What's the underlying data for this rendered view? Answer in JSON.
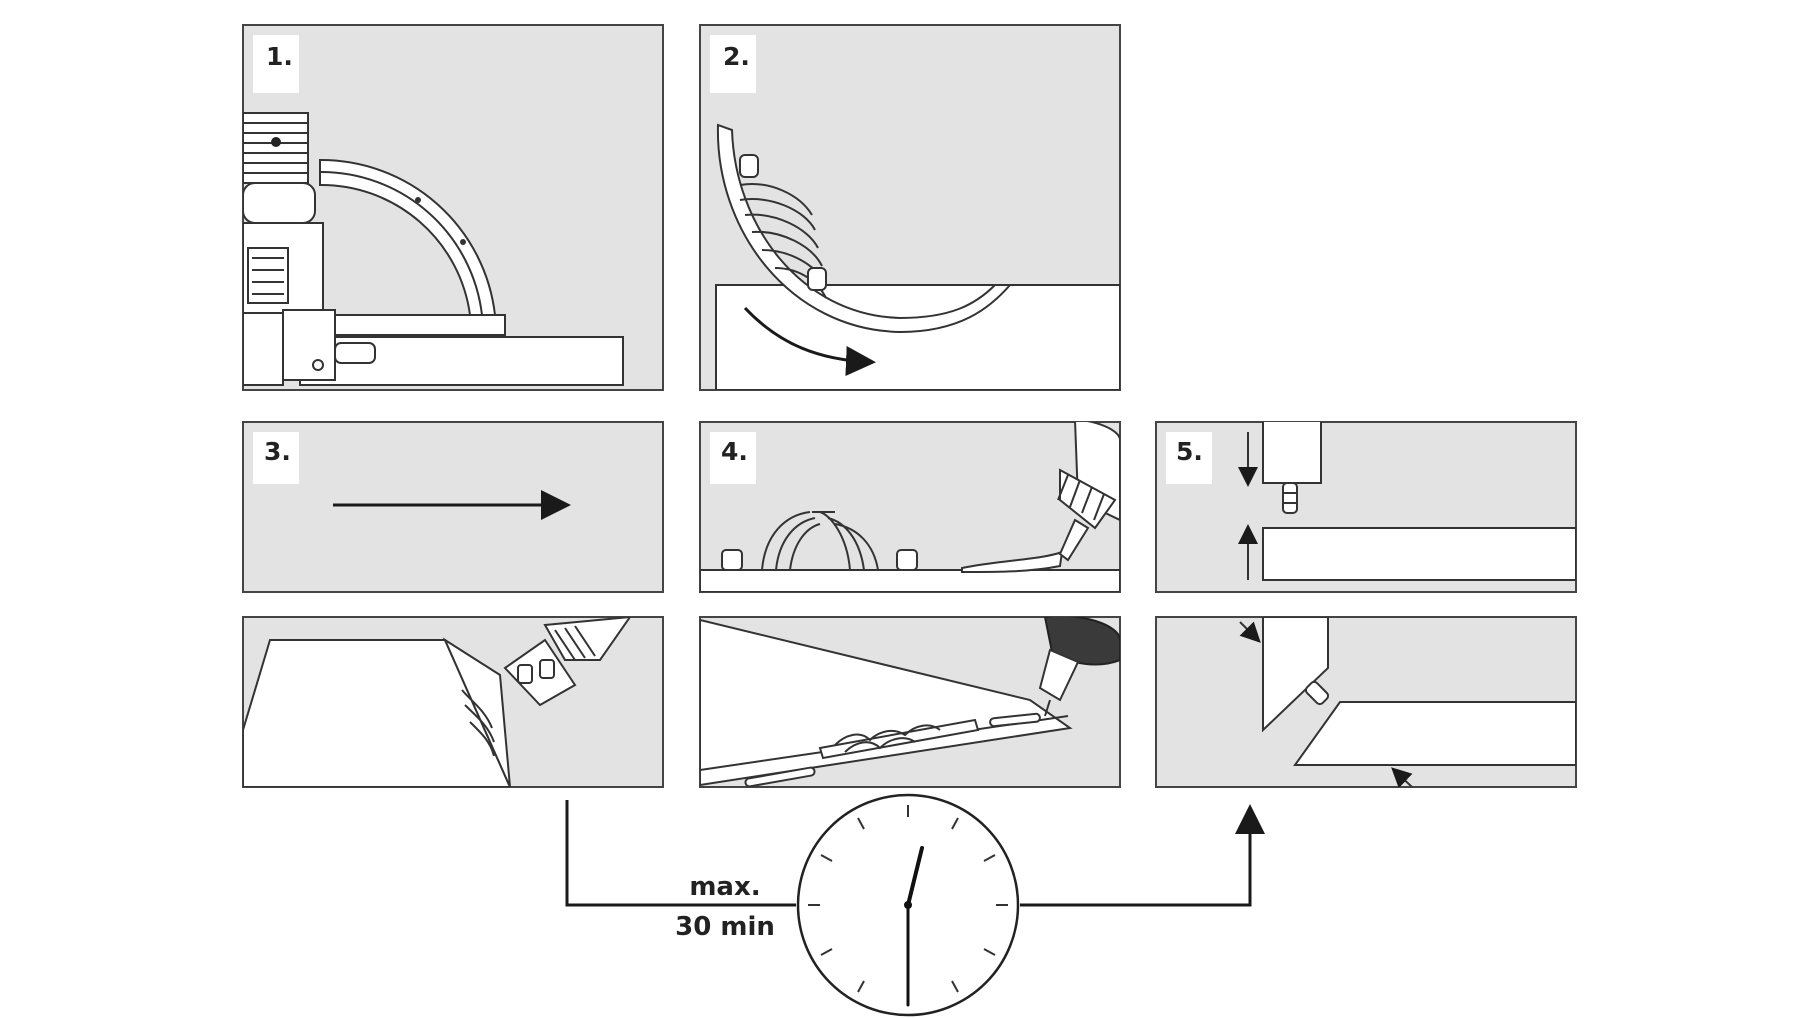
{
  "steps": [
    {
      "label": "1."
    },
    {
      "label": "2."
    },
    {
      "label": "3."
    },
    {
      "label": "4."
    },
    {
      "label": "5."
    }
  ],
  "timer": {
    "line1": "max.",
    "line2": "30 min"
  }
}
